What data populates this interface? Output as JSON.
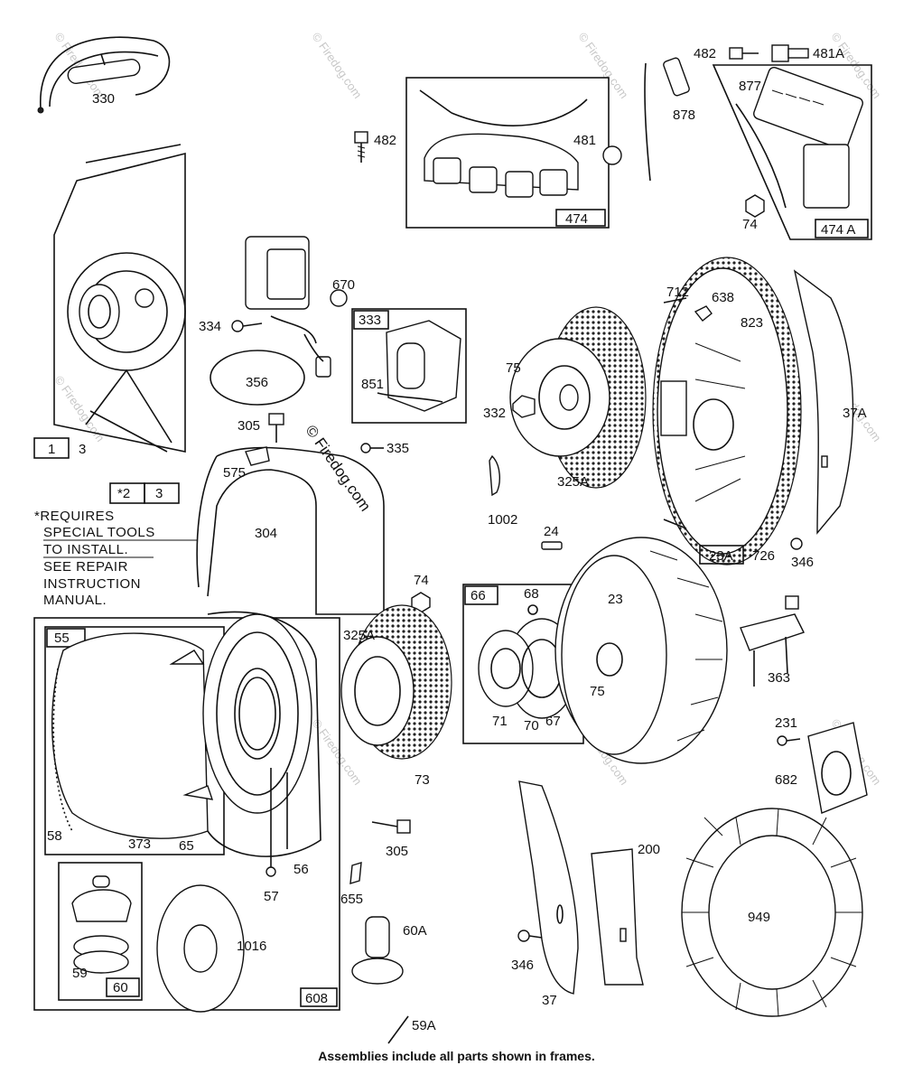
{
  "labels": {
    "p330": "330",
    "p482a": "482",
    "p482b": "482",
    "p481a": "481A",
    "p481": "481",
    "p877": "877",
    "p878": "878",
    "p474": "474",
    "p474a": "474 A",
    "p74a": "74",
    "p670": "670",
    "p334": "334",
    "p356": "356",
    "p333": "333",
    "p851": "851",
    "p305a": "305",
    "p335": "335",
    "p575": "575",
    "p1": "1",
    "p3a": "3",
    "p2": "*2",
    "p3b": "3",
    "p304": "304",
    "p75a": "75",
    "p332": "332",
    "p325a": "325A",
    "p1002": "1002",
    "p712": "712",
    "p638": "638",
    "p823": "823",
    "p37a": "37A",
    "p23a": "23A",
    "p726": "726",
    "p346a": "346",
    "p24": "24",
    "p74b": "74",
    "p66": "66",
    "p68": "68",
    "p23": "23",
    "p75b": "75",
    "p71": "71",
    "p70": "70",
    "p67": "67",
    "p363": "363",
    "p325b": "325A",
    "p55": "55",
    "p58": "58",
    "p373": "373",
    "p65": "65",
    "p73": "73",
    "p305b": "305",
    "p56": "56",
    "p57": "57",
    "p655": "655",
    "p231": "231",
    "p682": "682",
    "p200": "200",
    "p949": "949",
    "p1016": "1016",
    "p59": "59",
    "p60": "60",
    "p608": "608",
    "p60a": "60A",
    "p59a": "59A",
    "p346b": "346",
    "p37": "37"
  },
  "note_lines": [
    "*REQUIRES",
    "SPECIAL TOOLS",
    "TO INSTALL.",
    "SEE REPAIR",
    "INSTRUCTION",
    "MANUAL."
  ],
  "watermark": "© Firedog.com",
  "caption": "Assemblies include all parts shown in frames."
}
